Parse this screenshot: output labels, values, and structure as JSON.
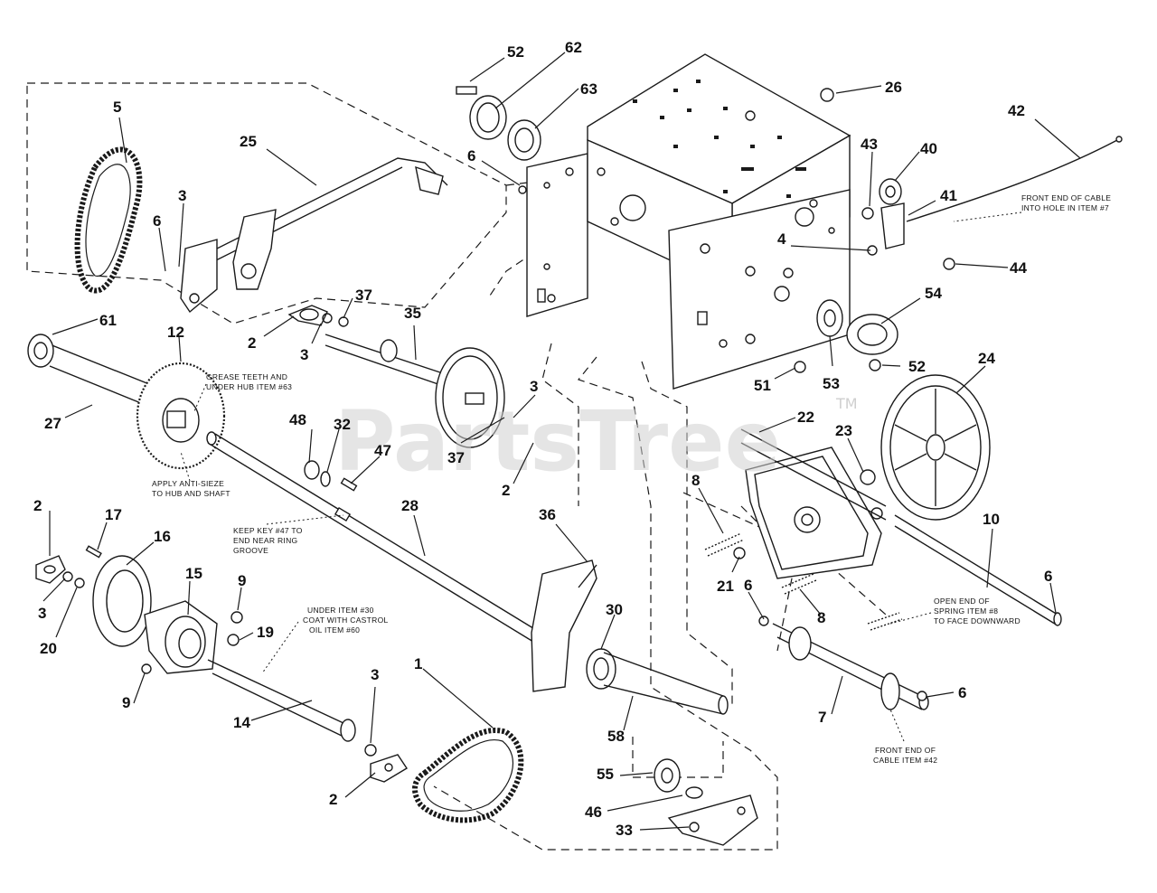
{
  "watermark": {
    "text": "PartsTree",
    "tm": "TM"
  },
  "callouts": [
    {
      "label": "52"
    },
    {
      "label": "62"
    },
    {
      "label": "63"
    },
    {
      "label": "26"
    },
    {
      "label": "42"
    },
    {
      "label": "5"
    },
    {
      "label": "25"
    },
    {
      "label": "6"
    },
    {
      "label": "43"
    },
    {
      "label": "40"
    },
    {
      "label": "41"
    },
    {
      "label": "3"
    },
    {
      "label": "6"
    },
    {
      "label": "4"
    },
    {
      "label": "44"
    },
    {
      "label": "37"
    },
    {
      "label": "54"
    },
    {
      "label": "35"
    },
    {
      "label": "2"
    },
    {
      "label": "61"
    },
    {
      "label": "3"
    },
    {
      "label": "12"
    },
    {
      "label": "52"
    },
    {
      "label": "53"
    },
    {
      "label": "51"
    },
    {
      "label": "24"
    },
    {
      "label": "27"
    },
    {
      "label": "3"
    },
    {
      "label": "22"
    },
    {
      "label": "23"
    },
    {
      "label": "48"
    },
    {
      "label": "32"
    },
    {
      "label": "37"
    },
    {
      "label": "47"
    },
    {
      "label": "2"
    },
    {
      "label": "8"
    },
    {
      "label": "2"
    },
    {
      "label": "28"
    },
    {
      "label": "36"
    },
    {
      "label": "10"
    },
    {
      "label": "17"
    },
    {
      "label": "16"
    },
    {
      "label": "21"
    },
    {
      "label": "6"
    },
    {
      "label": "6"
    },
    {
      "label": "15"
    },
    {
      "label": "9"
    },
    {
      "label": "30"
    },
    {
      "label": "8"
    },
    {
      "label": "3"
    },
    {
      "label": "20"
    },
    {
      "label": "19"
    },
    {
      "label": "1"
    },
    {
      "label": "3"
    },
    {
      "label": "6"
    },
    {
      "label": "9"
    },
    {
      "label": "7"
    },
    {
      "label": "14"
    },
    {
      "label": "58"
    },
    {
      "label": "55"
    },
    {
      "label": "2"
    },
    {
      "label": "46"
    },
    {
      "label": "33"
    }
  ],
  "notes": [
    {
      "lines": [
        "FRONT END OF CABLE",
        "INTO HOLE IN ITEM #7"
      ]
    },
    {
      "lines": [
        "GREASE TEETH AND",
        "UNDER HUB ITEM #63"
      ]
    },
    {
      "lines": [
        "APPLY ANTI-SIEZE",
        "TO HUB AND SHAFT"
      ]
    },
    {
      "lines": [
        "KEEP KEY #47 TO",
        "END NEAR RING",
        "GROOVE"
      ]
    },
    {
      "lines": [
        "UNDER ITEM #30",
        "COAT WITH CASTROL",
        "OIL ITEM #60"
      ]
    },
    {
      "lines": [
        "OPEN END OF",
        "SPRING ITEM #8",
        "TO FACE DOWNWARD"
      ]
    },
    {
      "lines": [
        "FRONT END OF",
        "CABLE ITEM #42"
      ]
    }
  ]
}
